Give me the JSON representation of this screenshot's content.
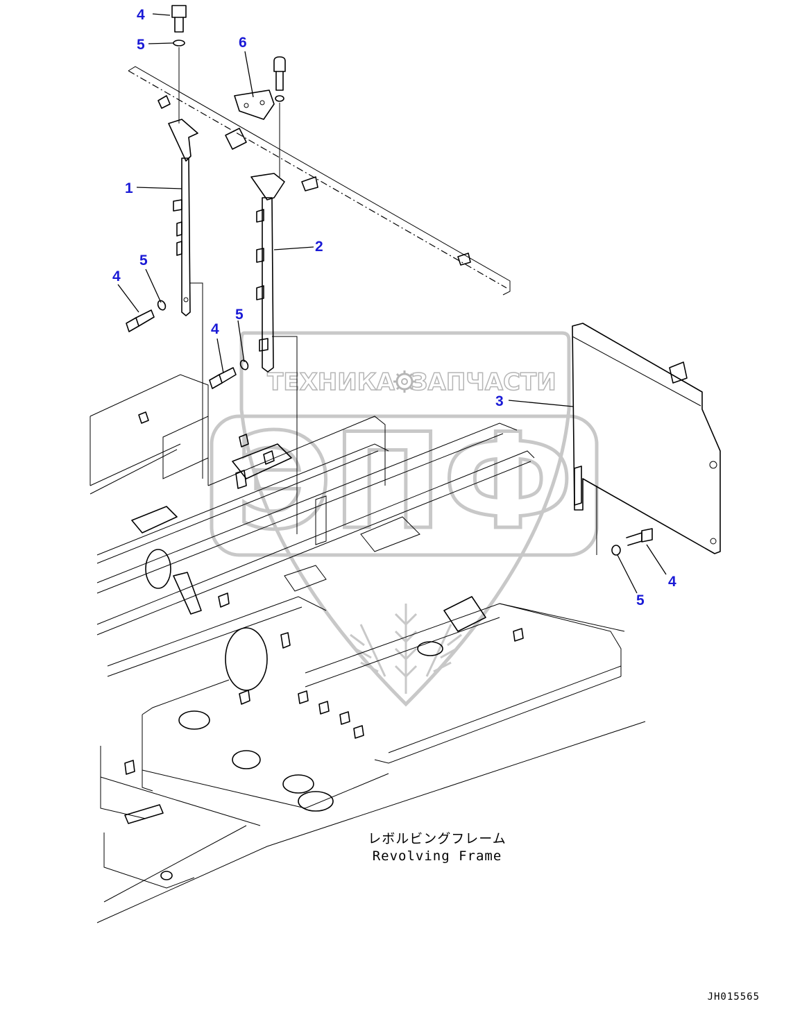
{
  "callouts": [
    {
      "id": "c1",
      "label": "1"
    },
    {
      "id": "c2",
      "label": "2"
    },
    {
      "id": "c3",
      "label": "3"
    },
    {
      "id": "c4a",
      "label": "4"
    },
    {
      "id": "c5a",
      "label": "5"
    },
    {
      "id": "c6",
      "label": "6"
    },
    {
      "id": "c4b",
      "label": "4"
    },
    {
      "id": "c5b",
      "label": "5"
    },
    {
      "id": "c4c",
      "label": "4"
    },
    {
      "id": "c5c",
      "label": "5"
    },
    {
      "id": "c4d",
      "label": "4"
    },
    {
      "id": "c5d",
      "label": "5"
    }
  ],
  "caption": {
    "japanese": "レボルビングフレーム",
    "english": "Revolving Frame"
  },
  "drawing_code": "JH015565",
  "watermark": {
    "left_text": "ТЕХНИКА",
    "right_text": "ЗАПЧАСТИ",
    "emblem": "ЭПФ",
    "gear_icon": "gear-icon"
  },
  "colors": {
    "callout": "#1a1ad6",
    "line": "#000000",
    "watermark": "#c8c8c8"
  }
}
